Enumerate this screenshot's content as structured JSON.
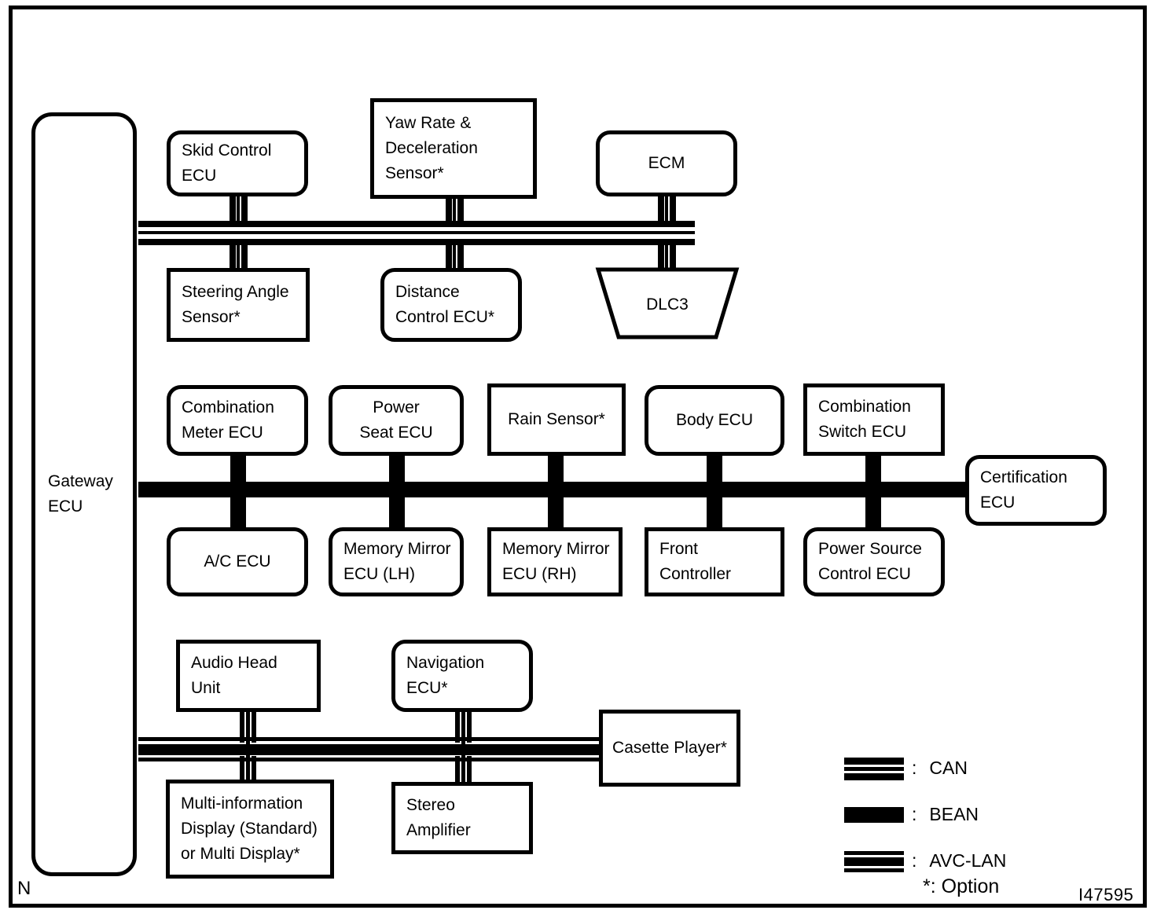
{
  "diagram": {
    "corner_mark": "N",
    "image_code": "I47595"
  },
  "nodes": {
    "gateway": {
      "lines": [
        "Gateway",
        "ECU"
      ]
    },
    "skid_control": {
      "lines": [
        "Skid Control",
        "ECU"
      ]
    },
    "yaw_rate": {
      "lines": [
        "Yaw Rate &",
        "Deceleration",
        "Sensor*"
      ]
    },
    "ecm": {
      "lines": [
        "ECM"
      ]
    },
    "steering_angle": {
      "lines": [
        "Steering Angle",
        "Sensor*"
      ]
    },
    "distance_control": {
      "lines": [
        "Distance",
        "Control ECU*"
      ]
    },
    "dlc3": {
      "lines": [
        "DLC3"
      ]
    },
    "combination_meter": {
      "lines": [
        "Combination",
        "Meter ECU"
      ]
    },
    "power_seat": {
      "lines": [
        "Power",
        "Seat ECU"
      ]
    },
    "rain_sensor": {
      "lines": [
        "Rain Sensor*"
      ]
    },
    "body_ecu": {
      "lines": [
        "Body ECU"
      ]
    },
    "combination_switch": {
      "lines": [
        "Combination",
        "Switch ECU"
      ]
    },
    "certification": {
      "lines": [
        "Certification",
        "ECU"
      ]
    },
    "ac_ecu": {
      "lines": [
        "A/C ECU"
      ]
    },
    "memory_mirror_lh": {
      "lines": [
        "Memory Mirror",
        "ECU (LH)"
      ]
    },
    "memory_mirror_rh": {
      "lines": [
        "Memory Mirror",
        "ECU (RH)"
      ]
    },
    "front_controller": {
      "lines": [
        "Front",
        "Controller"
      ]
    },
    "power_source": {
      "lines": [
        "Power Source",
        "Control ECU"
      ]
    },
    "audio_head_unit": {
      "lines": [
        "Audio Head",
        "Unit"
      ]
    },
    "navigation": {
      "lines": [
        "Navigation",
        "ECU*"
      ]
    },
    "casette_player": {
      "lines": [
        "Casette Player*"
      ]
    },
    "multi_info_display": {
      "lines": [
        "Multi-information",
        "Display (Standard)",
        "or Multi Display*"
      ]
    },
    "stereo_amplifier": {
      "lines": [
        "Stereo",
        "Amplifier"
      ]
    }
  },
  "legend": {
    "colon": ":",
    "items": [
      {
        "key": "can",
        "label": "CAN"
      },
      {
        "key": "bean",
        "label": "BEAN"
      },
      {
        "key": "avc_lan",
        "label": "AVC-LAN"
      }
    ],
    "option_note": "*: Option"
  },
  "chart_data": {
    "type": "diagram",
    "title": "Vehicle multiplex communication network",
    "bus_types": [
      "CAN",
      "BEAN",
      "AVC-LAN"
    ],
    "buses": [
      {
        "name": "CAN",
        "style": "thick-thin-thick",
        "hub": "Gateway ECU",
        "nodes_above": [
          "Skid Control ECU",
          "Yaw Rate & Deceleration Sensor*",
          "ECM"
        ],
        "nodes_below": [
          "Steering Angle Sensor*",
          "Distance Control ECU*",
          "DLC3"
        ]
      },
      {
        "name": "BEAN",
        "style": "solid-thick",
        "hub": "Gateway ECU",
        "nodes_above": [
          "Combination Meter ECU",
          "Power Seat ECU",
          "Rain Sensor*",
          "Body ECU",
          "Combination Switch ECU"
        ],
        "nodes_below": [
          "A/C ECU",
          "Memory Mirror ECU (LH)",
          "Memory Mirror ECU (RH)",
          "Front Controller",
          "Power Source Control ECU"
        ],
        "nodes_inline_end": [
          "Certification ECU"
        ]
      },
      {
        "name": "AVC-LAN",
        "style": "thin-thick-thin",
        "hub": "Gateway ECU",
        "nodes_above": [
          "Audio Head Unit",
          "Navigation ECU*"
        ],
        "nodes_below": [
          "Multi-information Display (Standard) or Multi Display*",
          "Stereo Amplifier"
        ],
        "nodes_inline_end": [
          "Casette Player*"
        ]
      }
    ],
    "colors": {
      "line": "#000000",
      "background": "#ffffff"
    }
  }
}
